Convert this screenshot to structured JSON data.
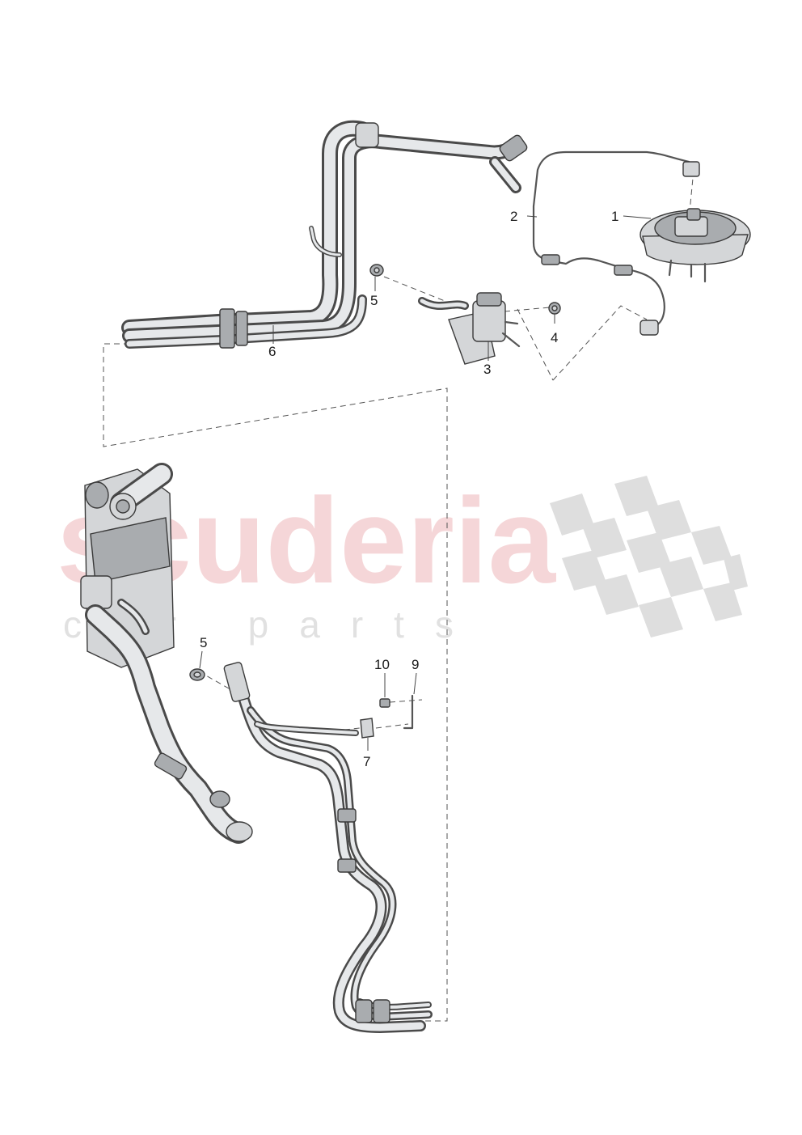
{
  "watermark": {
    "brand": "scuderia",
    "sub": "car parts"
  },
  "callouts": [
    {
      "id": "c1",
      "text": "1"
    },
    {
      "id": "c2",
      "text": "2"
    },
    {
      "id": "c3",
      "text": "3"
    },
    {
      "id": "c4",
      "text": "4"
    },
    {
      "id": "c5a",
      "text": "5"
    },
    {
      "id": "c6",
      "text": "6"
    },
    {
      "id": "c5b",
      "text": "5"
    },
    {
      "id": "c10",
      "text": "10"
    },
    {
      "id": "c9",
      "text": "9"
    },
    {
      "id": "c7",
      "text": "7"
    }
  ]
}
